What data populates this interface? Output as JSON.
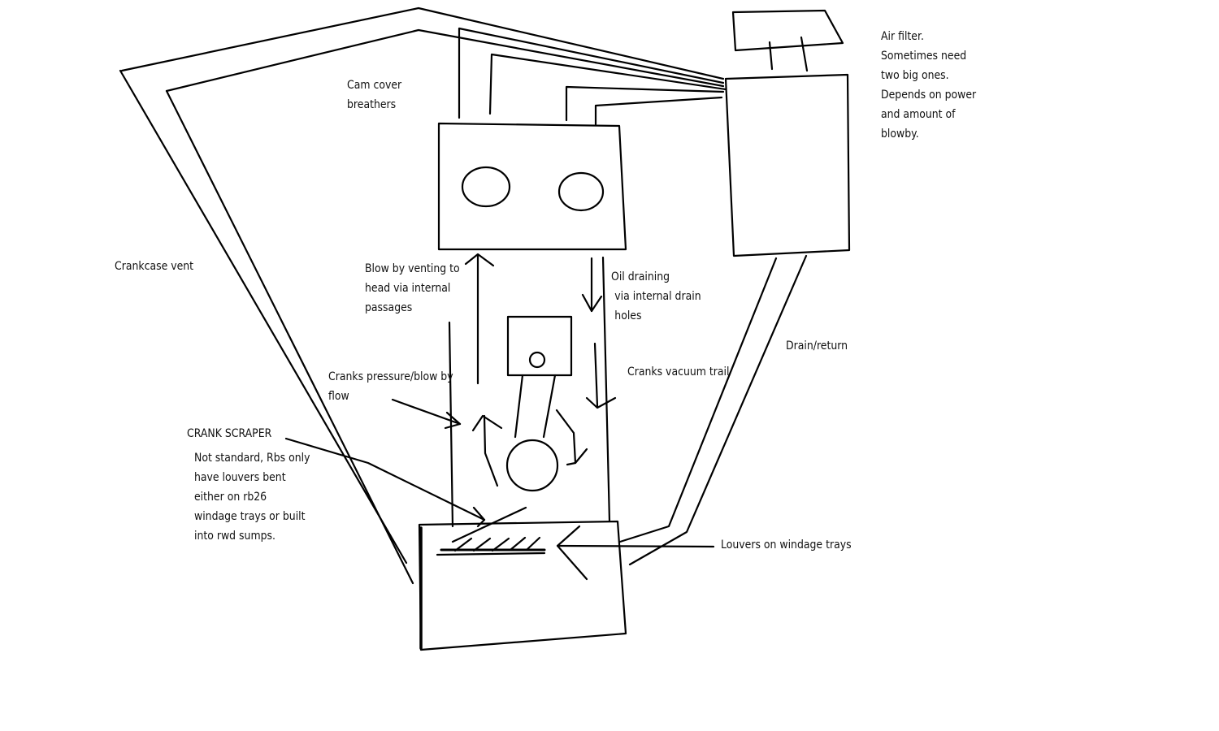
{
  "labels": {
    "air_filter": [
      "Air filter.",
      "Sometimes need",
      "two big ones.",
      "Depends on power",
      "and amount of",
      "blowby."
    ],
    "cam_cover": [
      "Cam cover",
      "breathers"
    ],
    "crankcase_vent": "Crankcase vent",
    "blow_by_venting": [
      "Blow by venting to",
      "head via internal",
      "passages"
    ],
    "oil_draining": [
      "Oil draining",
      "via internal drain",
      "holes"
    ],
    "drain_return": "Drain/return",
    "cranks_vacuum": "Cranks vacuum trail",
    "cranks_pressure": [
      "Cranks pressure/blow by",
      "flow"
    ],
    "crank_scraper": "CRANK SCRAPER",
    "not_standard": [
      "Not standard, Rbs only",
      "have louvers bent",
      "either on rb26",
      "windage trays or built",
      "into rwd sumps."
    ],
    "louvers": "Louvers on windage trays"
  }
}
